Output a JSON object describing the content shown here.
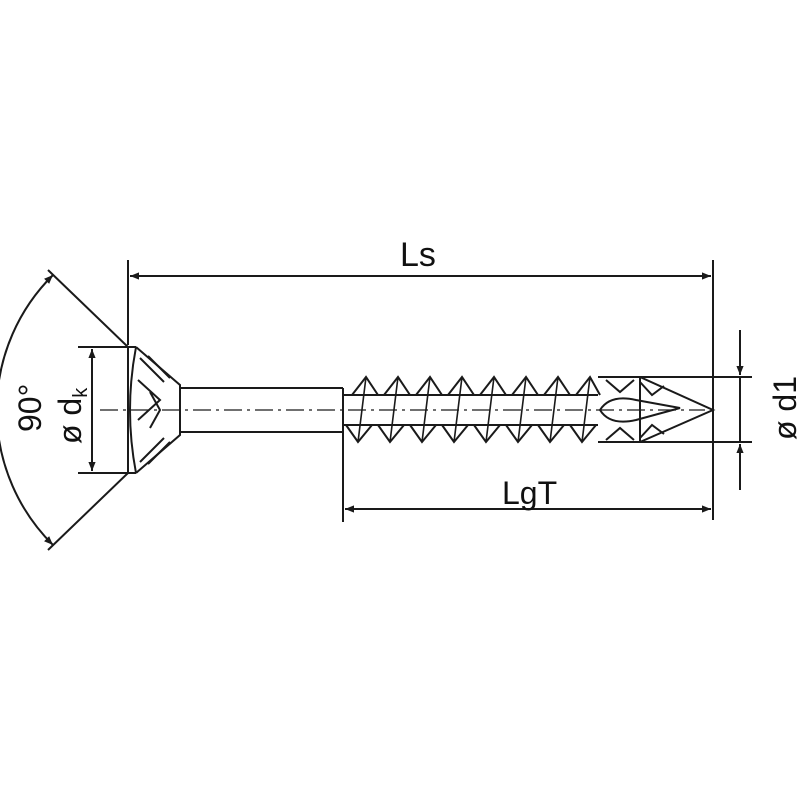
{
  "labels": {
    "ls": "Ls",
    "lgt": "LgT",
    "d1": "ø d1",
    "dk_prefix": "ø d",
    "dk_sub": "k",
    "angle": "90°"
  },
  "colors": {
    "stroke": "#1a1a1a",
    "background": "#ffffff"
  }
}
